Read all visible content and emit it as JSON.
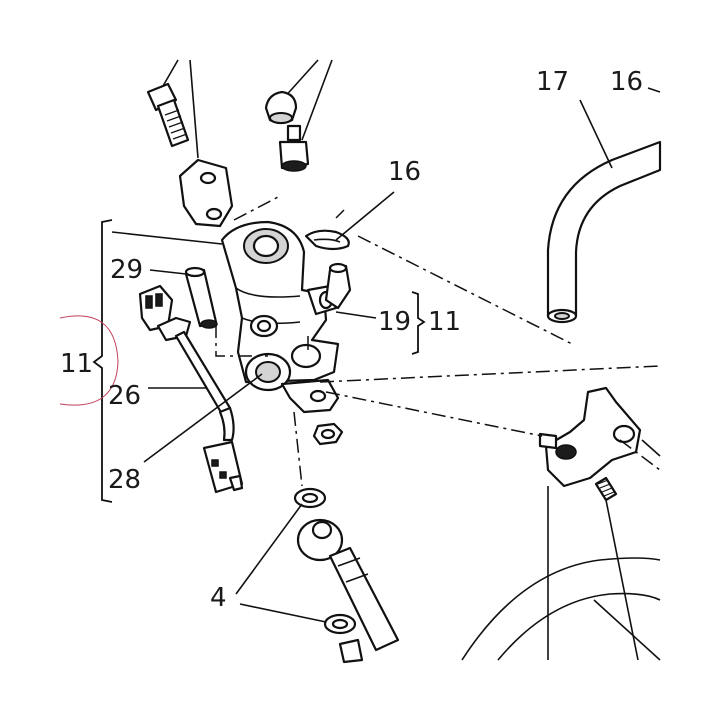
{
  "callouts": {
    "c17": "17",
    "c16_top": "16",
    "c16": "16",
    "c29": "29",
    "c19": "19",
    "c11_right": "11",
    "c11_left": "11",
    "c26": "26",
    "c28": "28",
    "c4": "4"
  },
  "colors": {
    "line": "#111111",
    "shade": "#d4d4d4",
    "highlight_circle": "#c0405a"
  }
}
